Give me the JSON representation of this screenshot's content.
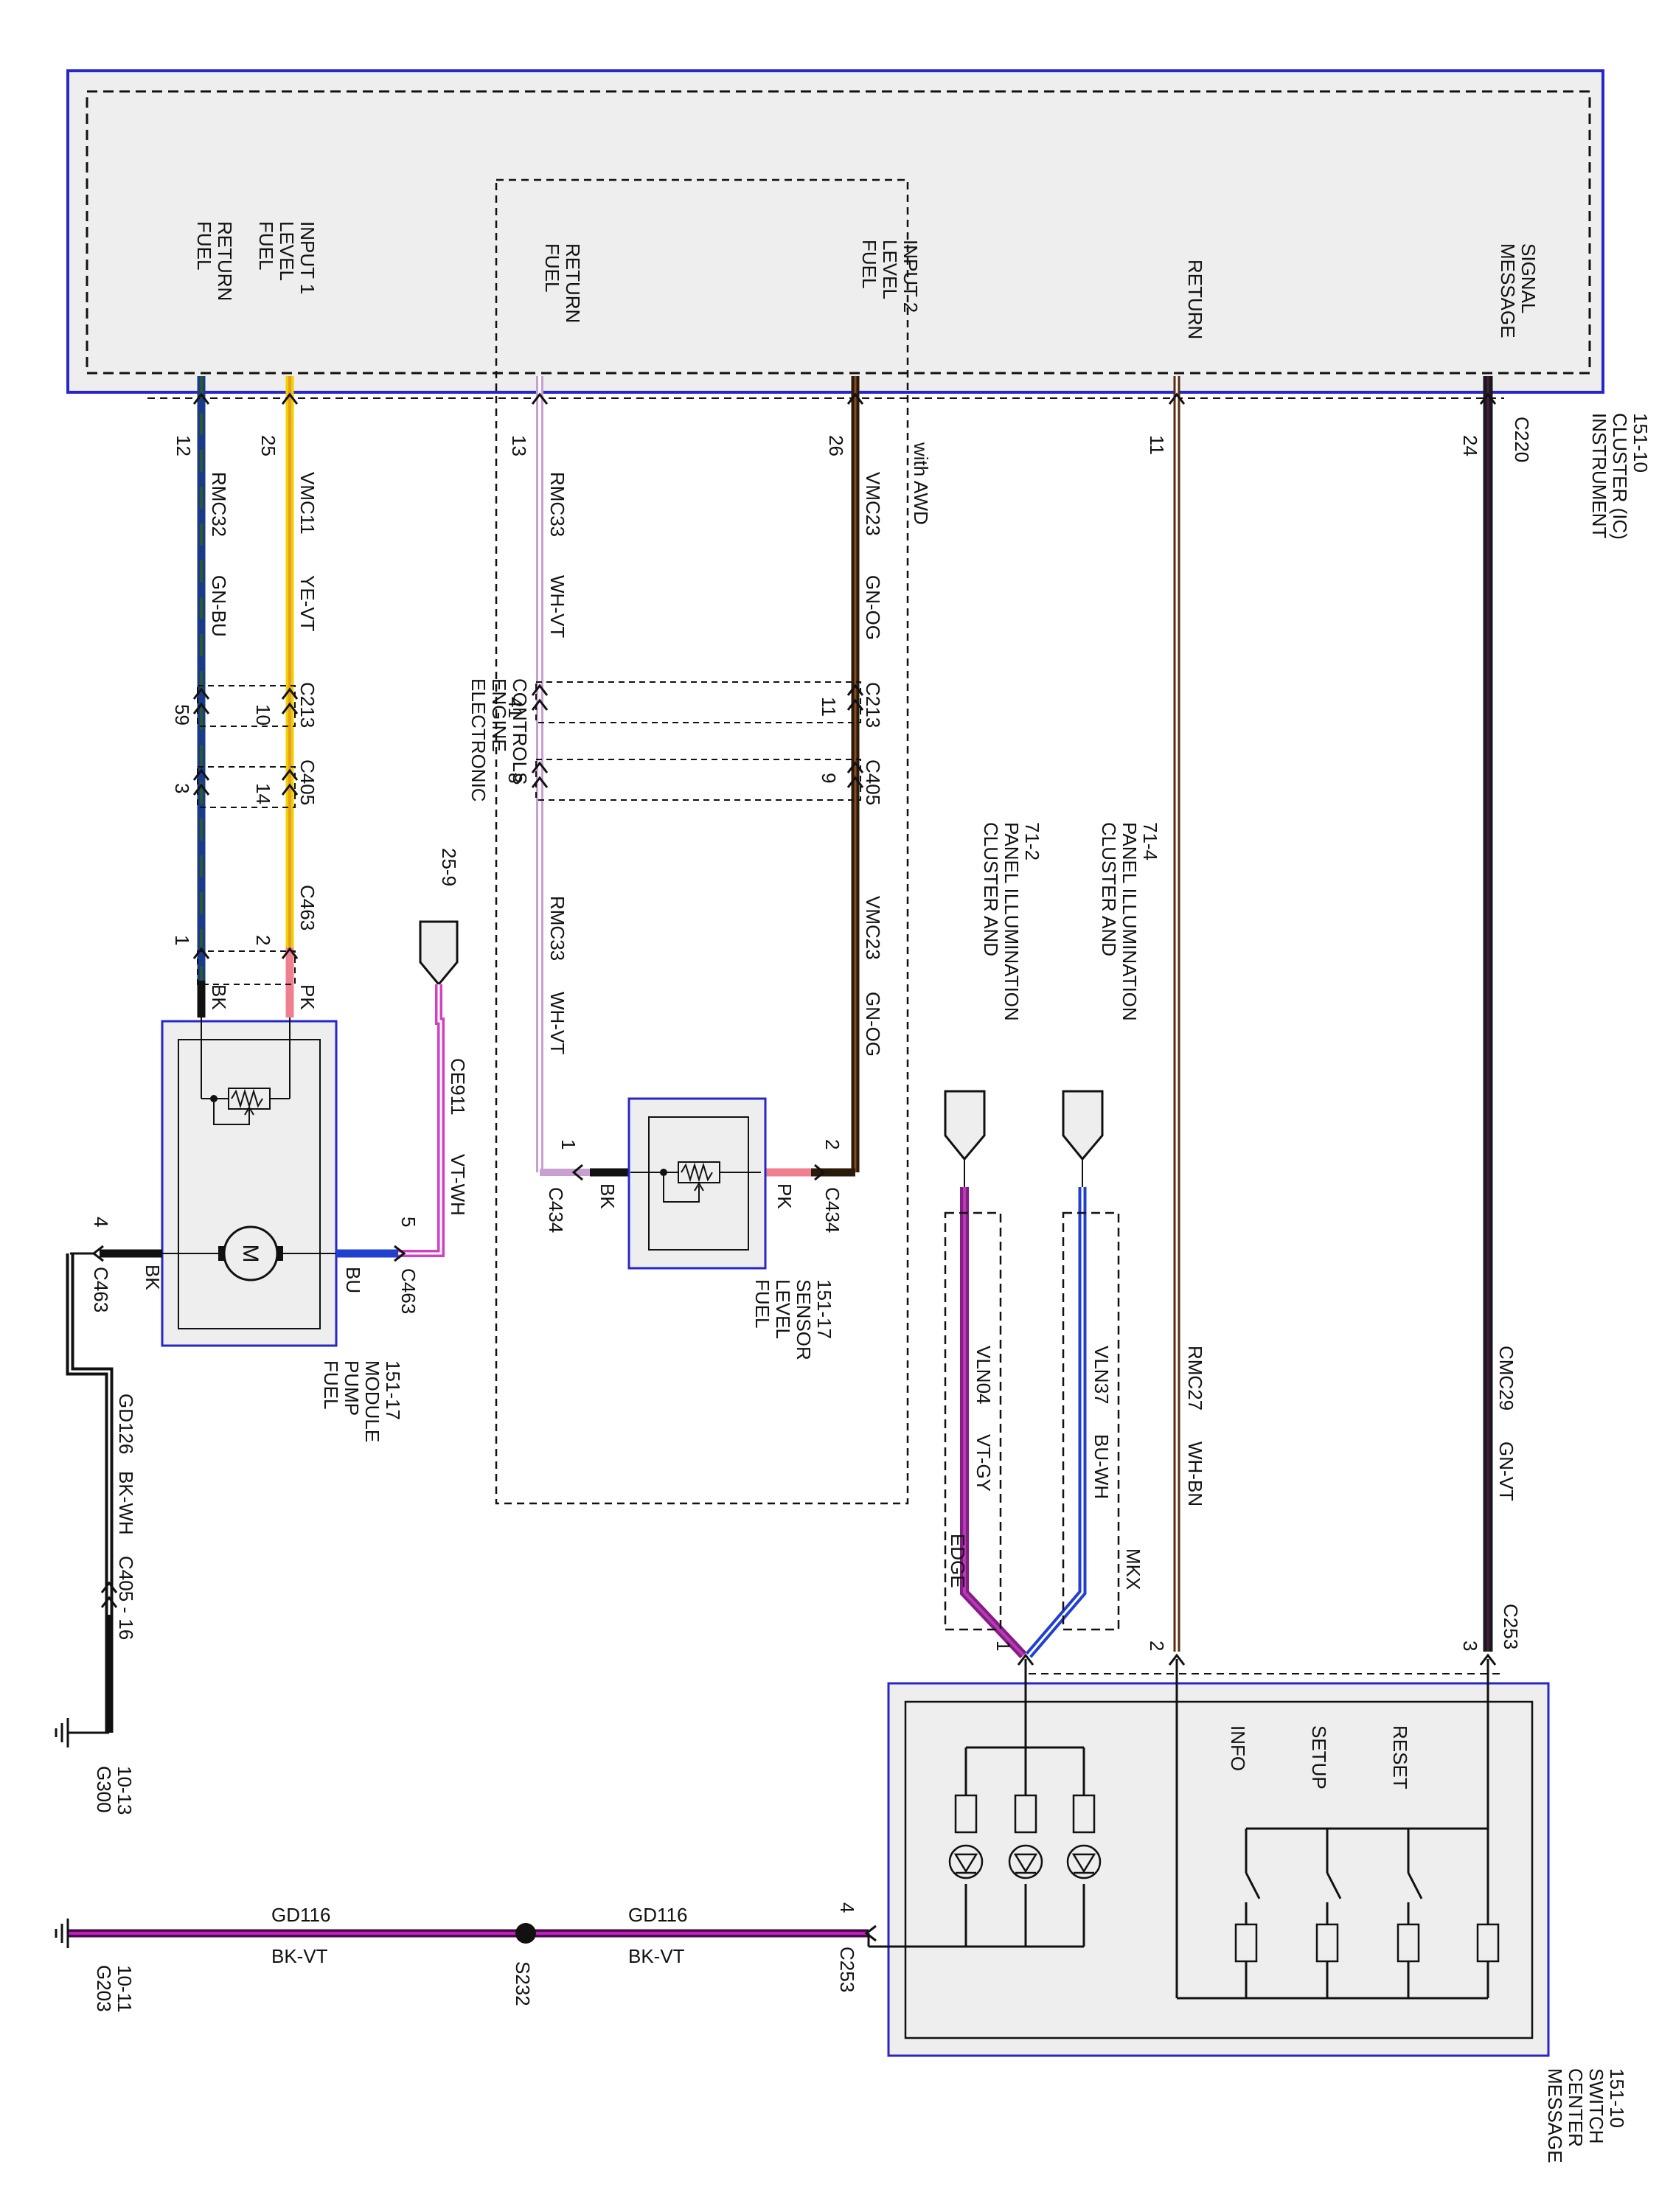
{
  "colors": {
    "frame_blue": "#2727c9",
    "panel_fill": "#eeeeee",
    "wire_black": "#111111",
    "wire_yellow": "#f0d000",
    "wire_orange": "#e8a020",
    "wire_green": "#2a5a2a",
    "wire_blue": "#2040d0",
    "wire_pink": "#f08090",
    "wire_violet": "#c020c0",
    "wire_white": "#ffffff",
    "wire_brown": "#5a2a10"
  },
  "cluster": {
    "fuel_return_1": [
      "FUEL",
      "RETURN"
    ],
    "fuel_level_input_1": [
      "FUEL",
      "LEVEL",
      "INPUT 1"
    ],
    "fuel_return_2": [
      "FUEL",
      "RETURN"
    ],
    "fuel_level_input_2": [
      "FUEL",
      "LEVEL",
      "INPUT 2"
    ],
    "return": [
      "RETURN"
    ],
    "message_signal": [
      "MESSAGE",
      "SIGNAL"
    ],
    "name": [
      "INSTRUMENT",
      "CLUSTER (IC)",
      "151-10"
    ],
    "connector": "C220",
    "with_awd": "with AWD"
  },
  "pins": {
    "p12": "12",
    "p25": "25",
    "p13": "13",
    "p26": "26",
    "p11": "11",
    "p24": "24",
    "c213_59": "59",
    "c213_10": "10",
    "c405_3": "3",
    "c405_14": "14",
    "c463_1": "1",
    "c463_2": "2",
    "c213_41": "41",
    "c213_11": "11",
    "c405_8": "8",
    "c405_9": "9",
    "c434_1": "1",
    "c434_2": "2",
    "c463_5": "5",
    "c463_4": "4",
    "mcs_1": "1",
    "mcs_2": "2",
    "mcs_3": "3",
    "mcs_4": "4",
    "c405_16": "C405 - 16"
  },
  "connectors": {
    "c213": "C213",
    "c405": "C405",
    "c463": "C463",
    "c434": "C434",
    "c253": "C253"
  },
  "wires": {
    "rmc32": "RMC32",
    "rmc32_color": "GN-BU",
    "vmc11": "VMC11",
    "vmc11_color": "YE-VT",
    "rmc33": "RMC33",
    "rmc33_color": "WH-VT",
    "vmc23": "VMC23",
    "vmc23_color": "GN-OG",
    "rmc33b": "RMC33",
    "rmc33b_color": "WH-VT",
    "vmc23b": "VMC23",
    "vmc23b_color": "GN-OG",
    "ce911": "CE911",
    "ce911_color": "VT-WH",
    "gd126": "GD126",
    "gd126_color": "BK-WH",
    "rmc27": "RMC27",
    "rmc27_color": "WH-BN",
    "cmc29": "CMC29",
    "cmc29_color": "GN-VT",
    "vln04": "VLN04",
    "vln04_color": "VT-GY",
    "vln37": "VLN37",
    "vln37_color": "BU-WH",
    "gd116a": "GD116",
    "gd116a_color": "BK-VT",
    "gd116b": "GD116",
    "gd116b_color": "BK-VT",
    "bk1": "BK",
    "pk1": "PK",
    "bk2": "BK",
    "pk2": "PK",
    "bk3": "BK",
    "bu": "BU"
  },
  "components": {
    "fuel_pump": [
      "FUEL",
      "PUMP",
      "MODULE",
      "151-17"
    ],
    "fuel_sensor": [
      "FUEL",
      "LEVEL",
      "SENSOR",
      "151-17"
    ],
    "eec": [
      "ELECTRONIC",
      "ENGINE",
      "CONTROLS"
    ],
    "eec_ref": "25-9",
    "cluster_illum_72": [
      "CLUSTER AND",
      "PANEL ILLUMINATION",
      "71-2"
    ],
    "cluster_illum_74": [
      "CLUSTER AND",
      "PANEL ILLUMINATION",
      "71-4"
    ],
    "edge": "EDGE",
    "mkx": "MKX",
    "msg_switch": [
      "MESSAGE",
      "CENTER",
      "SWITCH",
      "151-10"
    ],
    "info": "INFO",
    "setup": "SETUP",
    "reset": "RESET",
    "motor": "M",
    "g300": [
      "G300",
      "10-13"
    ],
    "g203": [
      "G203",
      "10-11"
    ],
    "s232": "S232"
  }
}
